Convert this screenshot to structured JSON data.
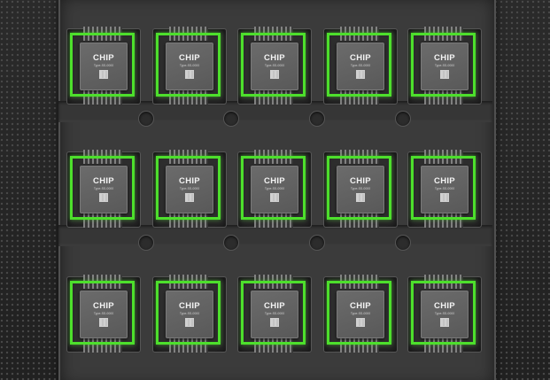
{
  "scene": {
    "chip_label": "CHIP",
    "chip_sublabel": "Type-SS-0000",
    "highlight_color": "#4ddf2c",
    "rows": 3,
    "columns": 5,
    "detections_count": 15
  }
}
